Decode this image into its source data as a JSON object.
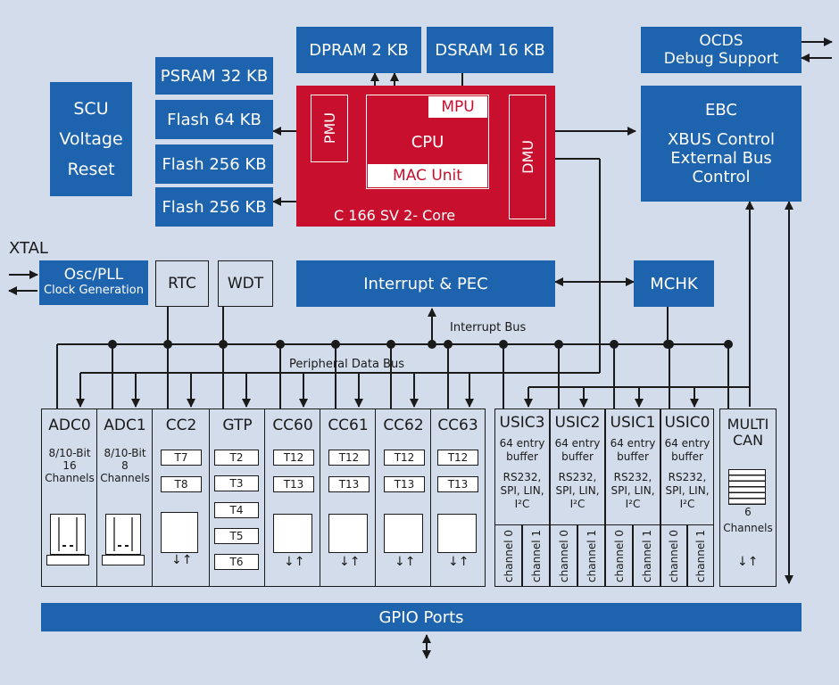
{
  "memory": {
    "dpram": "DPRAM 2 KB",
    "dsram": "DSRAM 16 KB",
    "psram": "PSRAM 32 KB",
    "flash1": "Flash 64 KB",
    "flash2": "Flash 256 KB",
    "flash3": "Flash 256 KB"
  },
  "scu": {
    "line1": "SCU",
    "line2": "Voltage",
    "line3": "Reset"
  },
  "core": {
    "pmu": "PMU",
    "cpu": "CPU",
    "mpu": "MPU",
    "mac": "MAC Unit",
    "dmu": "DMU",
    "label": "C 166 SV 2- Core"
  },
  "ocds": {
    "line1": "OCDS",
    "line2": "Debug Support"
  },
  "ebc": {
    "line1": "EBC",
    "line2": "XBUS Control",
    "line3": "External Bus",
    "line4": "Control"
  },
  "xtal": "XTAL",
  "osc": {
    "line1": "Osc/PLL",
    "line2": "Clock Generation"
  },
  "rtc": "RTC",
  "wdt": "WDT",
  "interrupt": "Interrupt & PEC",
  "mchk": "MCHK",
  "interrupt_bus": "Interrupt Bus",
  "peripheral_bus": "Peripheral Data Bus",
  "adc0": {
    "name": "ADC0",
    "l1": "8/10-Bit",
    "l2": "16",
    "l3": "Channels"
  },
  "adc1": {
    "name": "ADC1",
    "l1": "8/10-Bit",
    "l2": "8",
    "l3": "Channels"
  },
  "cc2": {
    "name": "CC2",
    "t": [
      "T7",
      "T8"
    ]
  },
  "gtp": {
    "name": "GTP",
    "t": [
      "T2",
      "T3",
      "T4",
      "T5",
      "T6"
    ]
  },
  "cc60": {
    "name": "CC60",
    "t": [
      "T12",
      "T13"
    ]
  },
  "cc61": {
    "name": "CC61",
    "t": [
      "T12",
      "T13"
    ]
  },
  "cc62": {
    "name": "CC62",
    "t": [
      "T12",
      "T13"
    ]
  },
  "cc63": {
    "name": "CC63",
    "t": [
      "T12",
      "T13"
    ]
  },
  "usic": [
    {
      "name": "USIC3",
      "l1": "64 entry",
      "l2": "buffer",
      "l3": "RS232,",
      "l4": "SPI, LIN,",
      "l5": "I²C",
      "c0": "channel 0",
      "c1": "channel 1"
    },
    {
      "name": "USIC2",
      "l1": "64 entry",
      "l2": "buffer",
      "l3": "RS232,",
      "l4": "SPI, LIN,",
      "l5": "I²C",
      "c0": "channel 0",
      "c1": "channel 1"
    },
    {
      "name": "USIC1",
      "l1": "64 entry",
      "l2": "buffer",
      "l3": "RS232,",
      "l4": "SPI, LIN,",
      "l5": "I²C",
      "c0": "channel 0",
      "c1": "channel 1"
    },
    {
      "name": "USIC0",
      "l1": "64 entry",
      "l2": "buffer",
      "l3": "RS232,",
      "l4": "SPI, LIN,",
      "l5": "I²C",
      "c0": "channel 0",
      "c1": "channel 1"
    }
  ],
  "multican": {
    "l1": "MULTI",
    "l2": "CAN",
    "l3": "6",
    "l4": "Channels"
  },
  "gpio": "GPIO Ports",
  "colors": {
    "blue": "#1d63ad",
    "red": "#c8102e",
    "background": "#d2dcea"
  }
}
